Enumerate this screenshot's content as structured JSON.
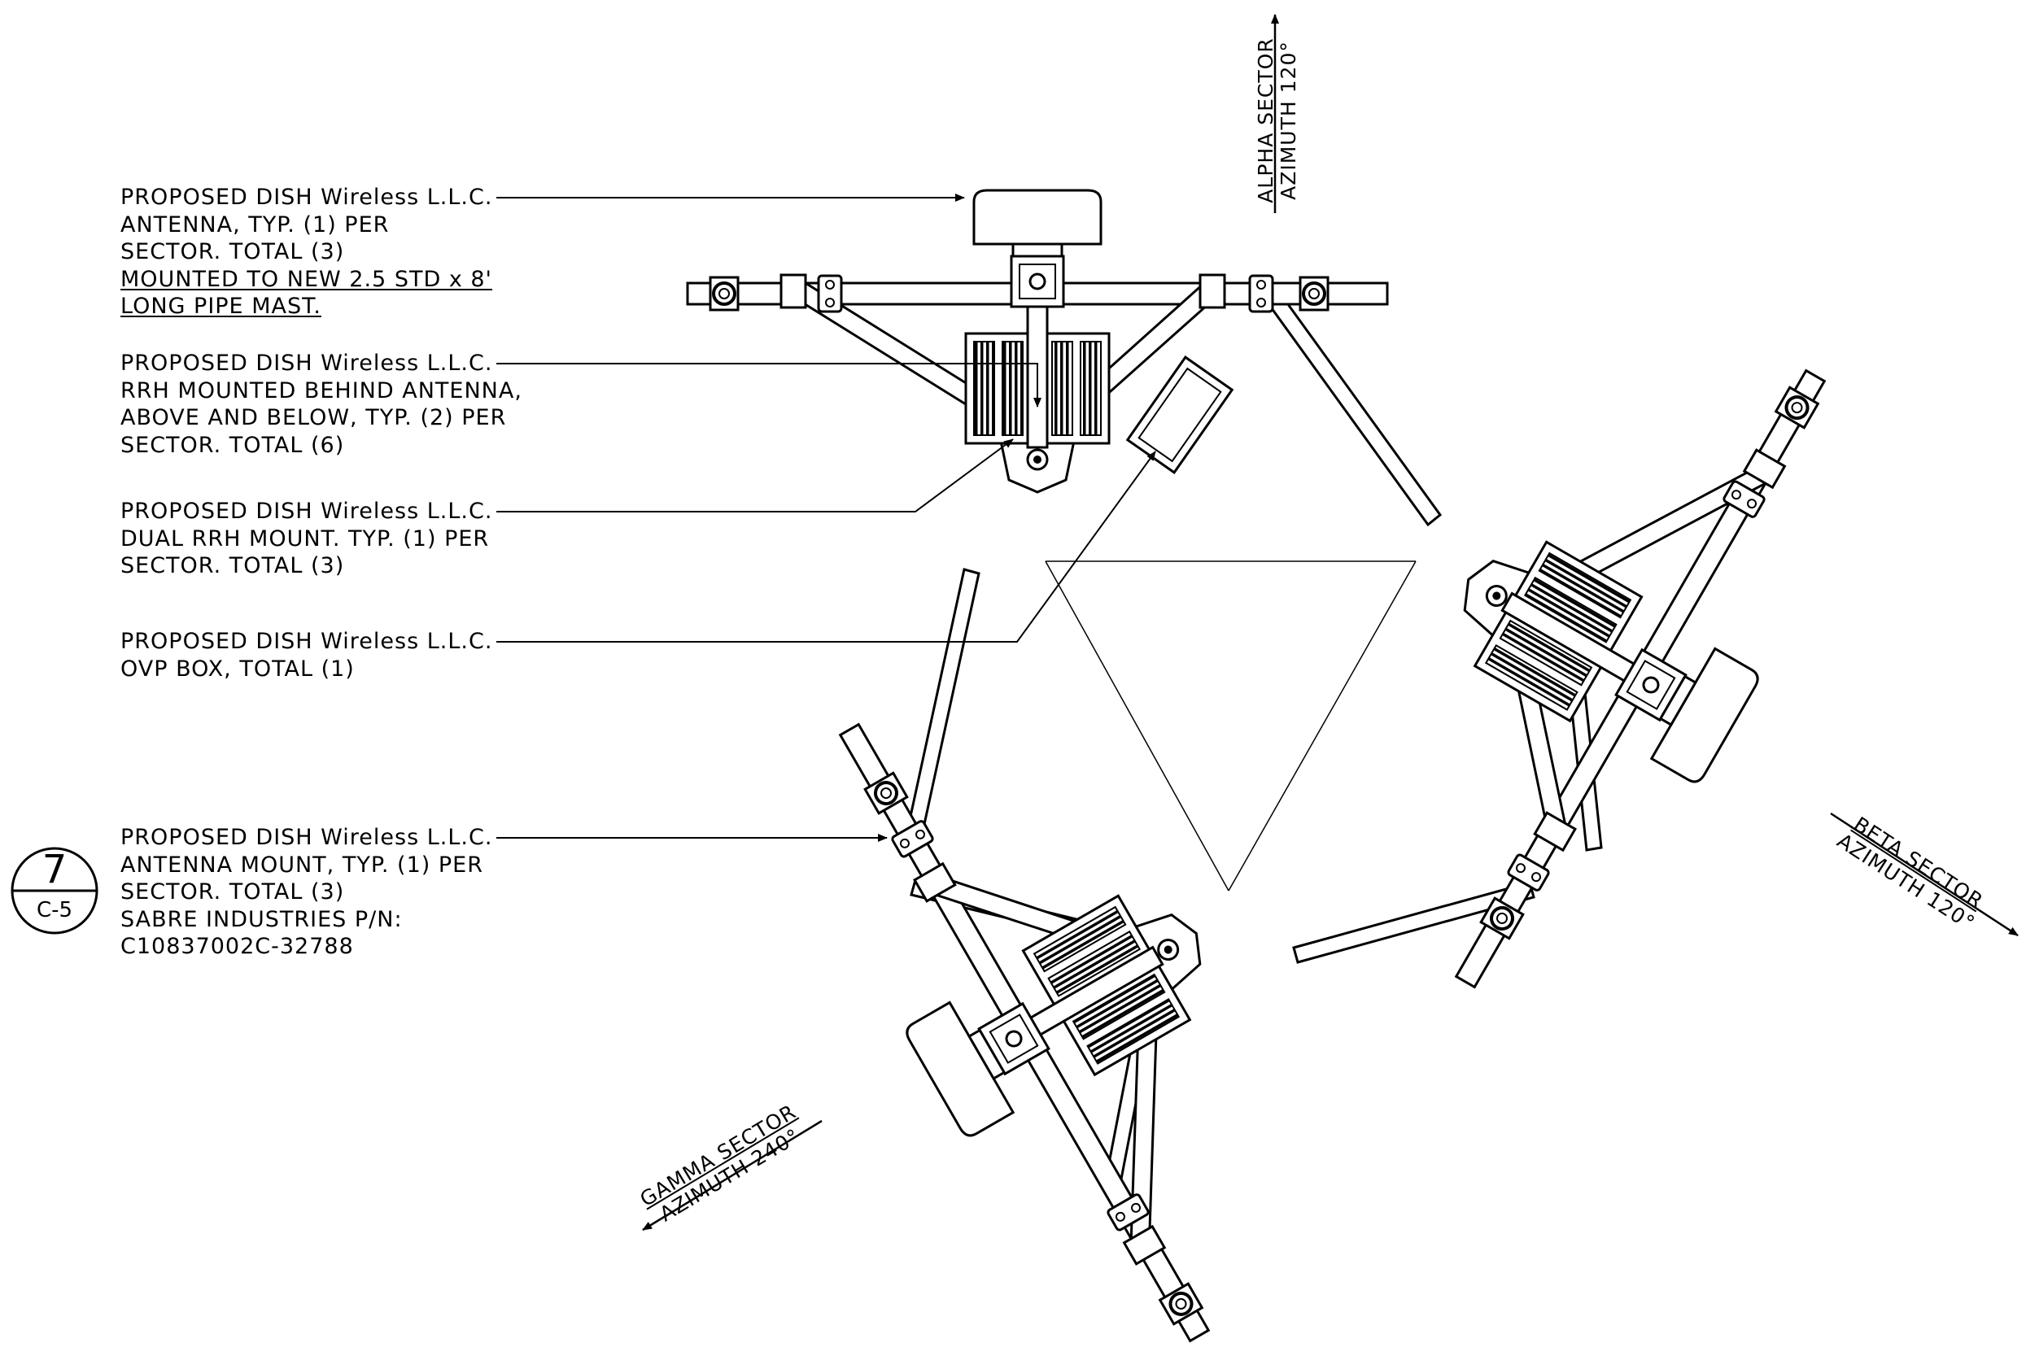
{
  "callouts": [
    {
      "lines": [
        "PROPOSED DISH Wireless L.L.C.",
        "ANTENNA, TYP. (1) PER",
        "SECTOR. TOTAL (3)"
      ],
      "underlined": [
        "MOUNTED TO NEW 2.5 STD x 8'",
        "LONG PIPE MAST."
      ]
    },
    {
      "lines": [
        "PROPOSED DISH Wireless L.L.C.",
        "RRH MOUNTED BEHIND ANTENNA,",
        "ABOVE AND BELOW, TYP. (2) PER",
        "SECTOR. TOTAL (6)"
      ]
    },
    {
      "lines": [
        "PROPOSED DISH Wireless L.L.C.",
        "DUAL RRH MOUNT. TYP. (1) PER",
        "SECTOR. TOTAL (3)"
      ]
    },
    {
      "lines": [
        "PROPOSED DISH Wireless L.L.C.",
        "OVP BOX, TOTAL (1)"
      ]
    },
    {
      "lines": [
        "PROPOSED DISH Wireless L.L.C.",
        "ANTENNA MOUNT, TYP. (1) PER",
        "SECTOR. TOTAL (3)",
        "SABRE INDUSTRIES P/N:",
        "C10837002C-32788"
      ]
    }
  ],
  "sectors": {
    "alpha": {
      "name": "ALPHA SECTOR",
      "azimuth": "AZIMUTH 120°"
    },
    "beta": {
      "name": "BETA SECTOR",
      "azimuth": "AZIMUTH 120°"
    },
    "gamma": {
      "name": "GAMMA SECTOR",
      "azimuth": "AZIMUTH 240°"
    }
  },
  "detail_tag": {
    "number": "7",
    "sheet": "C-5"
  },
  "colors": {
    "ink": "#000000",
    "paper": "#ffffff"
  }
}
